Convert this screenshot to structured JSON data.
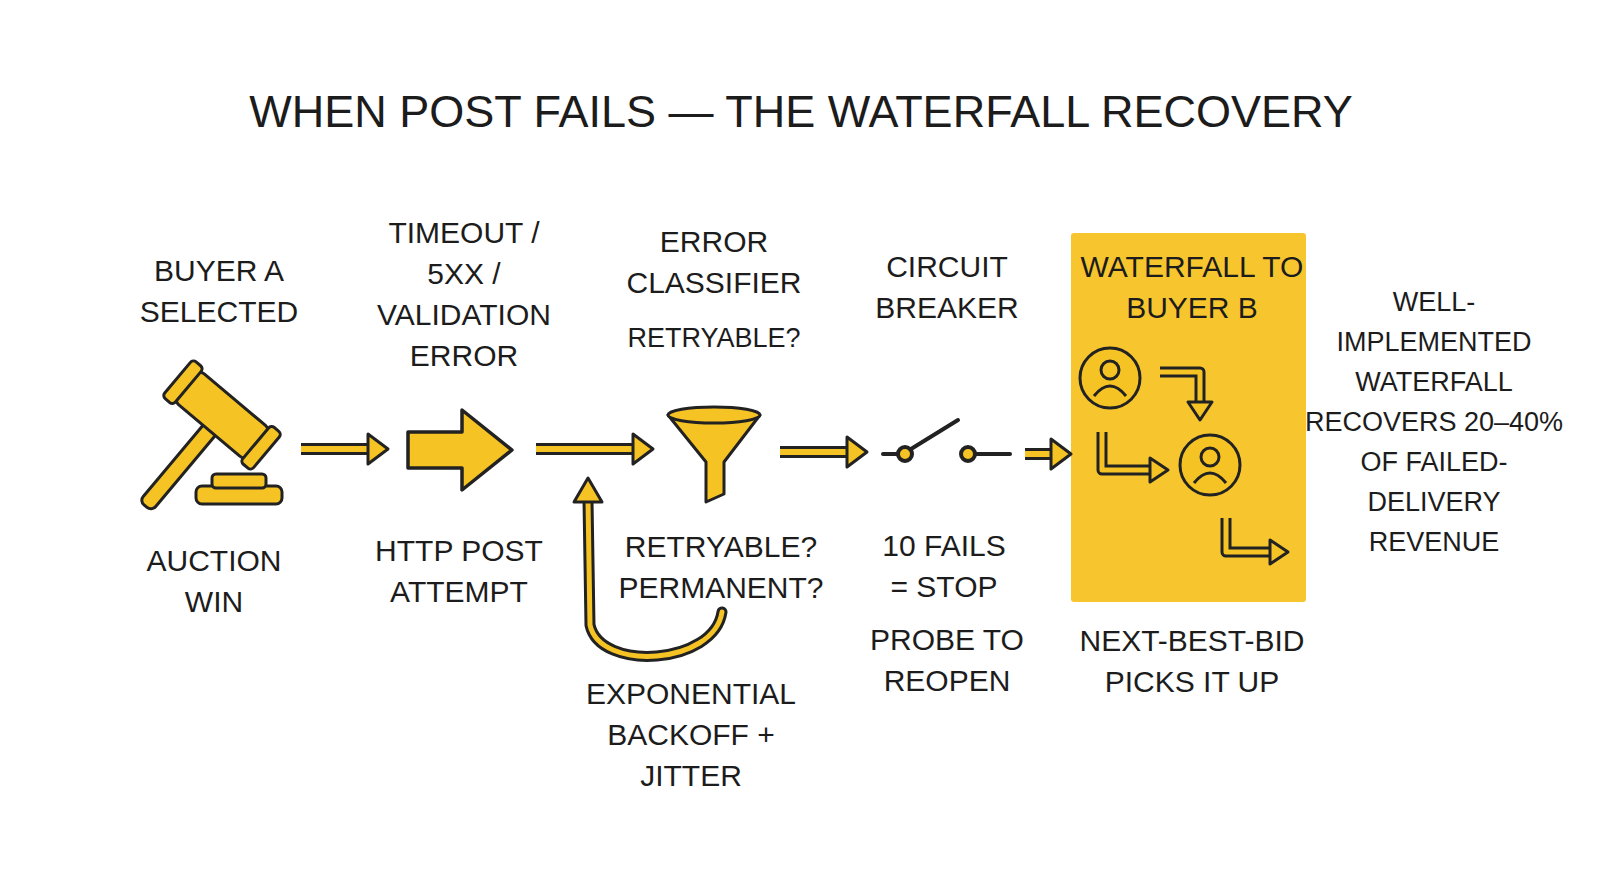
{
  "diagram": {
    "title": "WHEN POST FAILS — THE WATERFALL RECOVERY",
    "nodes": [
      {
        "text": [
          "BUYER A SELECTED",
          "AUCTION WIN"
        ]
      },
      {
        "text": [
          "TIMEOUT / 5XX / VALIDATION ERROR",
          "HTTP POST ATTEMPT"
        ]
      },
      {
        "text": [
          "ERROR CLASSIFIER",
          "RETRYABLE?",
          "RETRYABLE? PERMANENT?"
        ]
      },
      {
        "text": [
          "CIRCUIT BREAKER",
          "10 FAILS = STOP",
          "PROBE TO REOPEN"
        ]
      },
      {
        "text": [
          "WATERFALL TO BUYER B",
          "NEXT-BEST-BID PICKS IT UP"
        ]
      }
    ],
    "edges": [
      {
        "from": 0,
        "to": 1,
        "arrow": "to"
      },
      {
        "from": 1,
        "to": 2,
        "arrow": "to"
      },
      {
        "from": 2,
        "to": 3,
        "arrow": "to"
      },
      {
        "from": 3,
        "to": 4,
        "arrow": "to"
      }
    ],
    "labels": [
      "EXPONENTIAL BACKOFF + JITTER",
      "WELL-IMPLEMENTED WATERFALL RECOVERS 20–40% OF FAILED-DELIVERY REVENUE"
    ]
  }
}
